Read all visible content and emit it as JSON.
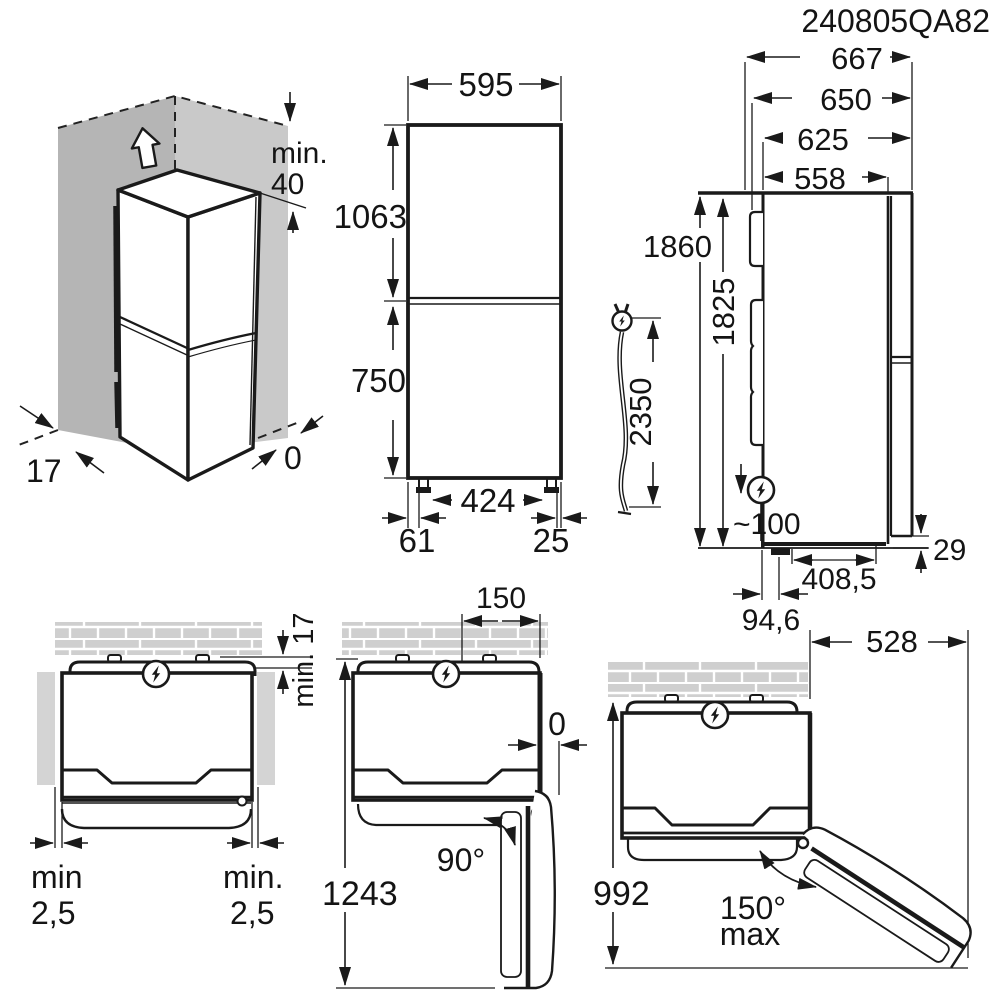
{
  "header": {
    "part_number": "240805QA82"
  },
  "figures": {
    "corner": {
      "min_label": "min.",
      "min_value": "40",
      "wall_thickness": "17",
      "zero_gap": "0"
    },
    "front": {
      "width": "595",
      "upper_height": "1063",
      "lower_height": "750",
      "feet_span": "424",
      "left_offset": "61",
      "right_offset": "25"
    },
    "side": {
      "depth_with_wall": "667",
      "depth_overall": "650",
      "depth_with_door": "625",
      "cabinet_depth": "558",
      "total_height": "1860",
      "cabinet_height": "1825",
      "cord_length": "2350",
      "cord_offset": "~100",
      "rear_bottom_gap": "29",
      "base_recess": "408,5",
      "foot_inset": "94,6"
    },
    "top_closed": {
      "rear_clearance": "min. 17",
      "left_label": "min",
      "left_value": "2,5",
      "right_label": "min.",
      "right_value": "2,5"
    },
    "open90": {
      "side_clearance": "150",
      "zero_gap": "0",
      "angle": "90°",
      "open_depth": "1243"
    },
    "open150": {
      "door_swing": "528",
      "open_depth": "992",
      "angle": "150°",
      "max_label": "max"
    }
  }
}
